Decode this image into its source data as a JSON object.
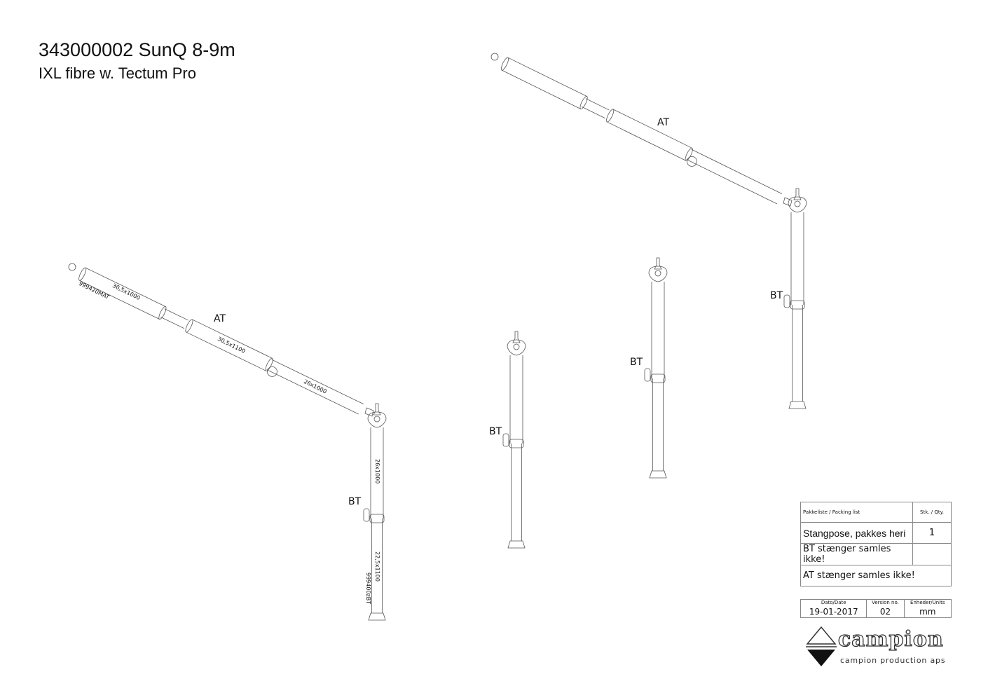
{
  "header": {
    "title": "343000002 SunQ 8-9m",
    "subtitle": "IXL fibre w. Tectum Pro"
  },
  "drawing": {
    "labels": {
      "at_left": "AT",
      "at_right": "AT",
      "bt_left": "BT",
      "bt_mid": "BT",
      "bt_mid2": "BT",
      "bt_right": "BT"
    },
    "dimensions": {
      "at_part_no": "999420MAT",
      "at_seg1": "30,5x1000",
      "at_seg2": "30,5x1100",
      "at_seg3": "26x1000",
      "bt_seg1": "26x1000",
      "bt_seg2": "22,5x1100",
      "bt_part_no": "999400zBT"
    }
  },
  "packing_list": {
    "header_label": "Pakkeliste / Packing list",
    "header_qty": "Stk. / Qty.",
    "rows": [
      {
        "item": "Stangpose, pakkes heri",
        "qty": "1"
      },
      {
        "item": "BT stænger samles ikke!",
        "qty": ""
      },
      {
        "item": "AT stænger samles ikke!"
      }
    ]
  },
  "meta": {
    "date_label": "Dato/Date",
    "date": "19-01-2017",
    "version_label": "Version no.",
    "version": "02",
    "units_label": "Enheder/Units",
    "units": "mm"
  },
  "logo": {
    "word": "campion",
    "tagline": "campion production aps"
  }
}
